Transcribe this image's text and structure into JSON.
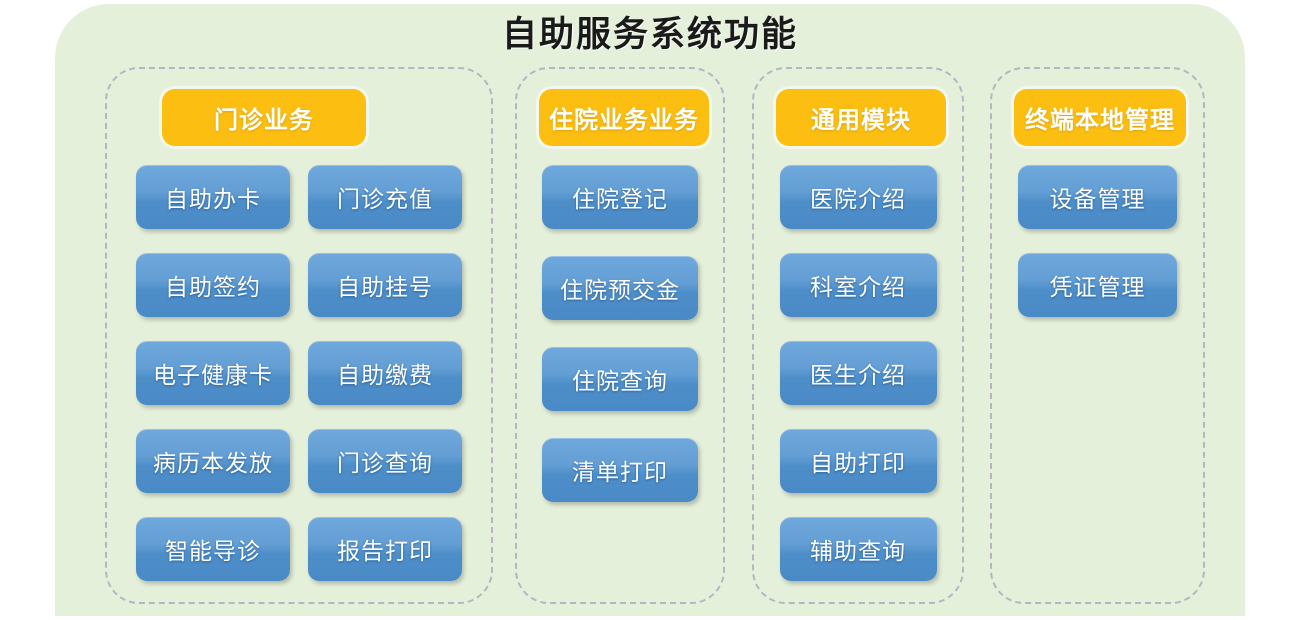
{
  "page": {
    "title": "自助服务系统功能"
  },
  "columns": [
    {
      "header": "门诊业务",
      "items": [
        "自助办卡",
        "门诊充值",
        "自助签约",
        "自助挂号",
        "电子健康卡",
        "自助缴费",
        "病历本发放",
        "门诊查询",
        "智能导诊",
        "报告打印"
      ]
    },
    {
      "header": "住院业务业务",
      "items": [
        "住院登记",
        "住院预交金",
        "住院查询",
        "清单打印"
      ]
    },
    {
      "header": "通用模块",
      "items": [
        "医院介绍",
        "科室介绍",
        "医生介绍",
        "自助打印",
        "辅助查询"
      ]
    },
    {
      "header": "终端本地管理",
      "items": [
        "设备管理",
        "凭证管理"
      ]
    }
  ],
  "colors": {
    "panel_background": "#e5f0da",
    "header_chip": "#fcbe11",
    "item_button": "#5b98cf",
    "column_border": "#b9b4c4",
    "title_text": "#1a1a1a"
  }
}
